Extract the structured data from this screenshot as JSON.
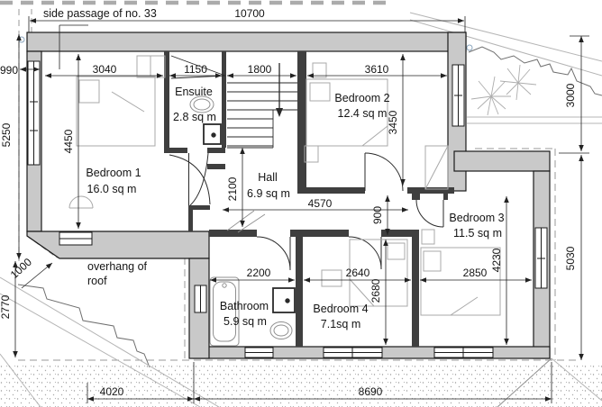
{
  "notes": {
    "side_passage": "side passage of no. 33",
    "overhang_line1": "overhang of",
    "overhang_line2": "roof"
  },
  "rooms": {
    "bedroom1": {
      "name": "Bedroom 1",
      "area": "16.0 sq m"
    },
    "bedroom2": {
      "name": "Bedroom 2",
      "area": "12.4 sq m"
    },
    "bedroom3": {
      "name": "Bedroom 3",
      "area": "11.5 sq m"
    },
    "bedroom4": {
      "name": "Bedroom 4",
      "area": "7.1sq m"
    },
    "ensuite": {
      "name": "Ensuite",
      "area": "2.8 sq m"
    },
    "bathroom": {
      "name": "Bathroom",
      "area": "5.9 sq m"
    },
    "hall": {
      "name": "Hall",
      "area": "6.9 sq m"
    }
  },
  "dimensions": {
    "overall_width": "10700",
    "passage_offset": "990",
    "bed1_w": "3040",
    "ensuite_w": "1150",
    "stairs_w": "1800",
    "bed2_w": "3610",
    "bed1_h": "4450",
    "left_h": "5250",
    "bed2_h": "3450",
    "hall_h": "2100",
    "hall_w": "4570",
    "corridor_w": "900",
    "bed3_h": "4230",
    "right_upper_h": "3000",
    "right_lower_h": "5030",
    "bed4_h": "2680",
    "bath_w": "2200",
    "bed4_w": "2640",
    "bed3_w": "2850",
    "overhang_h": "2770",
    "overhang_offset": "1000",
    "bottom_left_w": "4020",
    "bottom_right_w": "8690"
  },
  "colors": {
    "exterior_wall": "#c9c9c9",
    "interior_wall": "#3f3f3f",
    "ink": "#1a1a1a",
    "site_line": "#9a9a9a"
  }
}
